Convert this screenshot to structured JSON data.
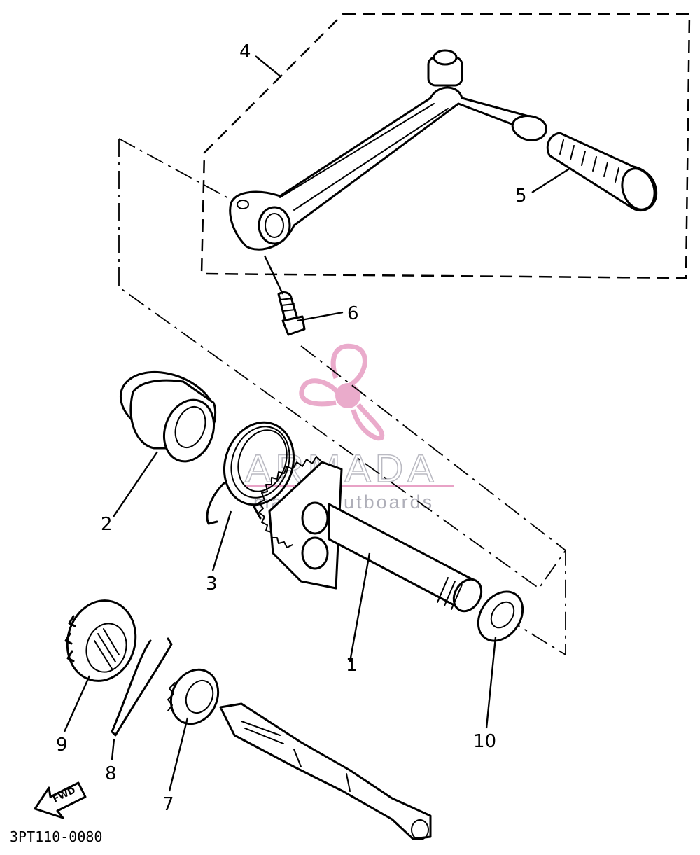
{
  "diagram": {
    "callouts": [
      "1",
      "2",
      "3",
      "4",
      "5",
      "6",
      "7",
      "8",
      "9",
      "10"
    ],
    "fwd_label": "FWD",
    "drawing_code": "3PT110-0080"
  },
  "watermark": {
    "brand": "ARMADA",
    "tagline": "marine outboards",
    "logo_icon": "propeller-icon",
    "color": "#e8a2c6"
  }
}
